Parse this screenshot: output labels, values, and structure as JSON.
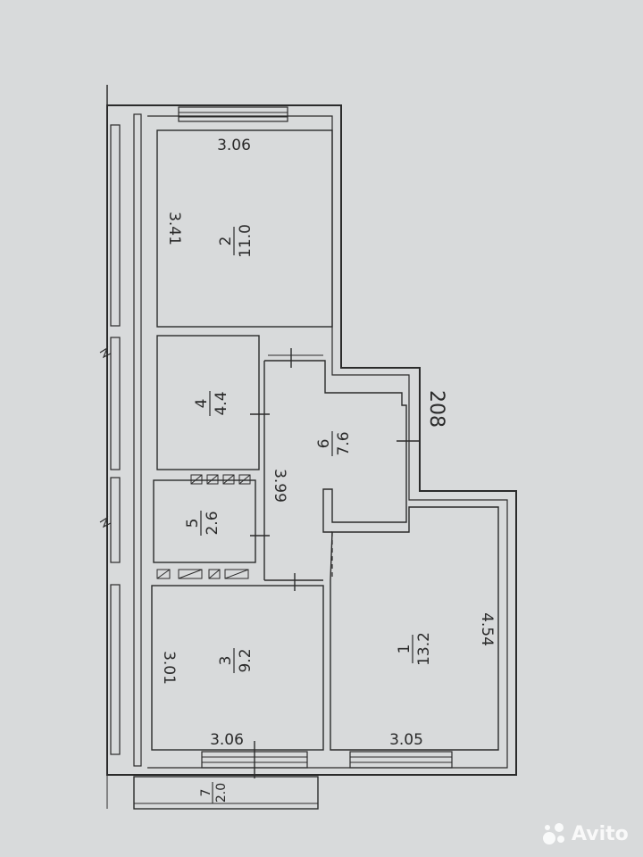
{
  "rooms": {
    "r2": {
      "number": "2",
      "area": "11.0",
      "width": "3.06",
      "length": "3.41"
    },
    "r4": {
      "number": "4",
      "area": "4.4"
    },
    "r6": {
      "number": "6",
      "area": "7.6",
      "length": "3.99"
    },
    "r5": {
      "number": "5",
      "area": "2.6"
    },
    "r3": {
      "number": "3",
      "area": "9.2",
      "width": "3.06",
      "length": "3.01"
    },
    "r1": {
      "number": "1",
      "area": "13.2",
      "width": "3.05",
      "length": "4.54"
    },
    "r7": {
      "number": "7",
      "area": "2.0"
    }
  },
  "annotations": {
    "height_mark": "208"
  },
  "watermark": {
    "text": "Avito"
  },
  "colors": {
    "paper": "#d8dadb",
    "ink": "#2b2b2b"
  }
}
